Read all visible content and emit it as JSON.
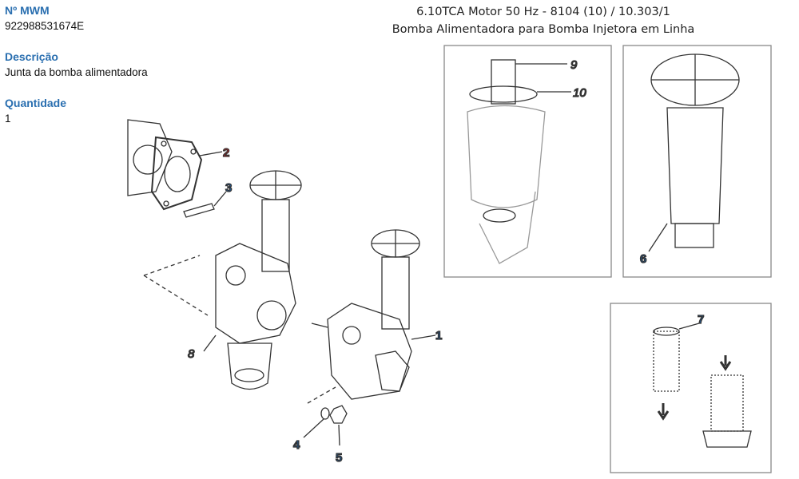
{
  "part_info": {
    "number_label": "Nº MWM",
    "number_value": "922988531674E",
    "description_label": "Descrição",
    "description_value": "Junta da bomba alimentadora",
    "quantity_label": "Quantidade",
    "quantity_value": "1"
  },
  "diagram": {
    "title_line1": "6.10TCA Motor 50 Hz - 8104 (10)  /  10.303/1",
    "title_line2": "Bomba Alimentadora para Bomba Injetora em Linha",
    "callouts": {
      "c1": "1",
      "c2": "2",
      "c3": "3",
      "c4": "4",
      "c5": "5",
      "c6": "6",
      "c7": "7",
      "c8": "8",
      "c9": "9",
      "c10": "10"
    },
    "colors": {
      "selected": "#d42020",
      "callout": "#1f5e9e",
      "secondary": "#777777"
    }
  }
}
